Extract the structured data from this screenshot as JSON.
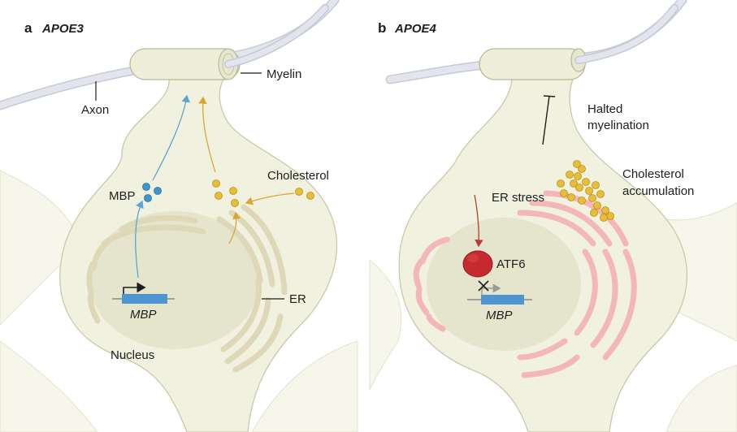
{
  "panels": {
    "a": {
      "letter": "a",
      "title": "APOE3",
      "labels": {
        "axon": "Axon",
        "myelin": "Myelin",
        "cholesterol": "Cholesterol",
        "mbp_protein": "MBP",
        "mbp_gene": "MBP",
        "er": "ER",
        "nucleus": "Nucleus"
      }
    },
    "b": {
      "letter": "b",
      "title": "APOE4",
      "labels": {
        "halted_line1": "Halted",
        "halted_line2": "myelination",
        "cholesterol_line1": "Cholesterol",
        "cholesterol_line2": "accumulation",
        "er_stress": "ER stress",
        "atf6": "ATF6",
        "mbp_gene": "MBP"
      }
    }
  },
  "colors": {
    "cell_fill": "#f1f1df",
    "background_cell": "#f6f6ea",
    "outline": "#c9c9aa",
    "er_normal": "#ddd8b8",
    "er_stressed": "#f4b7b9",
    "nucleus": "#e5e4cc",
    "mbp_protein": "#3e96cf",
    "gene_box": "#4f95d2",
    "cholesterol": "#e9bd37",
    "arrow_blue": "#5aa5d6",
    "arrow_gold": "#d9a637",
    "arrow_red": "#b73a33",
    "atf6": "#c62a2e",
    "axon": "#e2e5ee"
  }
}
